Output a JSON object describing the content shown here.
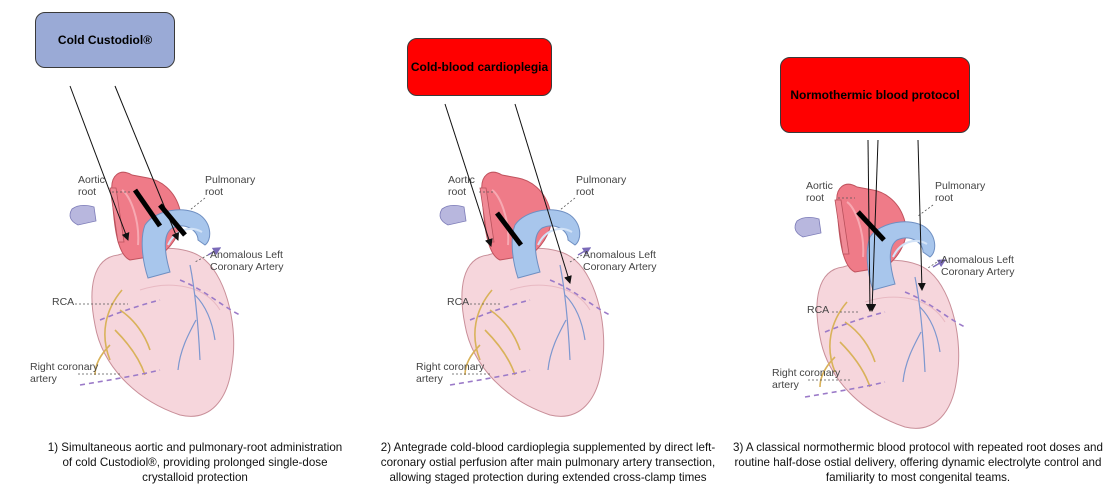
{
  "panels": [
    {
      "label": "Cold Custodiol®",
      "label_color": "#9aaad6",
      "anatomy": {
        "aortic_root": "Aortic\nroot",
        "pulmonary_root": "Pulmonary\nroot",
        "anomalous_lca": "Anomalous Left\nCoronary Artery",
        "rca": "RCA",
        "right_coronary_artery": "Right coronary\nartery"
      },
      "caption": "1) Simultaneous aortic and pulmonary-root administration\nof cold Custodiol®, providing prolonged single-dose\ncrystalloid protection"
    },
    {
      "label": "Cold-blood cardioplegia",
      "label_color": "#ff0000",
      "anatomy": {
        "aortic_root": "Aortic\nroot",
        "pulmonary_root": "Pulmonary\nroot",
        "anomalous_lca": "Anomalous Left\nCoronary Artery",
        "rca": "RCA",
        "right_coronary_artery": "Right coronary\nartery"
      },
      "caption": "2) Antegrade cold-blood cardioplegia supplemented by direct left-\ncoronary ostial perfusion after main pulmonary artery transection,\nallowing staged protection during extended cross-clamp times"
    },
    {
      "label": "Normothermic blood protocol",
      "label_color": "#ff0000",
      "anatomy": {
        "aortic_root": "Aortic\nroot",
        "pulmonary_root": "Pulmonary\nroot",
        "anomalous_lca": "Anomalous Left\nCoronary Artery",
        "rca": "RCA",
        "right_coronary_artery": "Right coronary\nartery"
      },
      "caption": "3) A classical normothermic blood protocol with repeated root doses and\nroutine half-dose ostial delivery, offering dynamic electrolyte control and\nfamiliarity to most congenital teams."
    }
  ]
}
